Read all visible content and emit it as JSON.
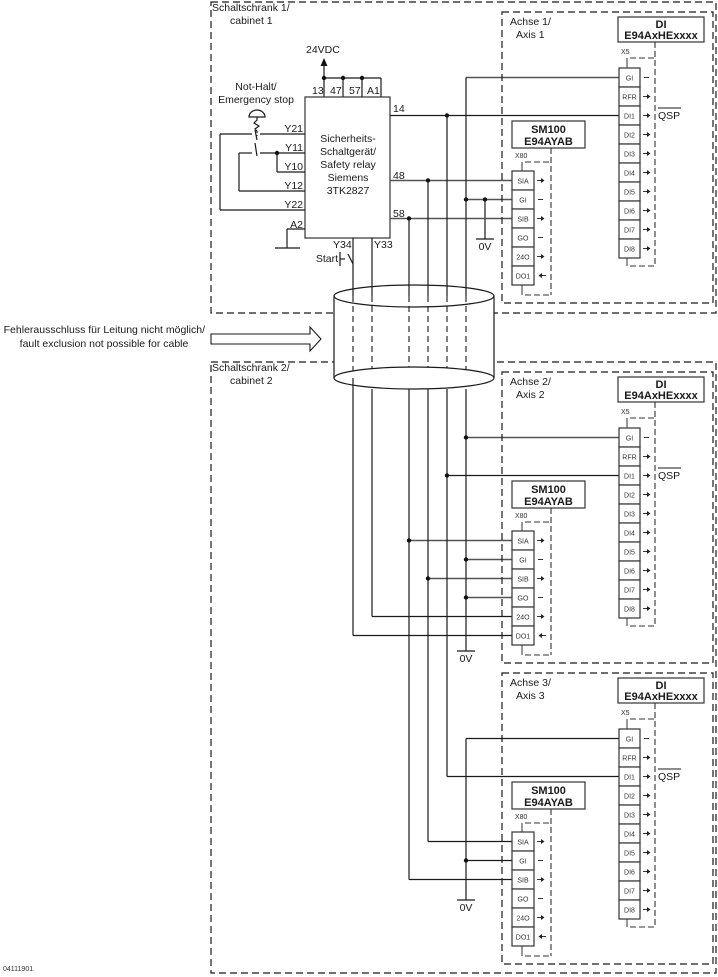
{
  "figure_id": "04111901",
  "cabinets": [
    {
      "line1": "Schaltschrank 1/",
      "line2": "cabinet 1"
    },
    {
      "line1": "Schaltschrank 2/",
      "line2": "cabinet 2"
    }
  ],
  "cable_note": {
    "line1": "Fehlerausschluss für Leitung nicht möglich/",
    "line2": "fault exclusion not possible for cable"
  },
  "supply_label": "24VDC",
  "ground_label": "0V",
  "emergency_stop": {
    "line1": "Not-Halt/",
    "line2": "Emergency stop"
  },
  "start_label": "Start",
  "relay": {
    "lines": [
      "Sicherheits-",
      "Schaltgerät/",
      "Safety relay",
      "Siemens",
      "3TK2827"
    ],
    "top_terminals": [
      "13",
      "47",
      "57",
      "A1"
    ],
    "left_terminals": [
      "Y21",
      "Y11",
      "Y10",
      "Y12",
      "Y22",
      "A2"
    ],
    "right_terminals": [
      "14",
      "48",
      "58"
    ],
    "bottom_terminals": [
      "Y34",
      "Y33"
    ]
  },
  "axes": [
    {
      "line1": "Achse 1/",
      "line2": "Axis 1"
    },
    {
      "line1": "Achse 2/",
      "line2": "Axis 2"
    },
    {
      "line1": "Achse 3/",
      "line2": "Axis 3"
    }
  ],
  "di_module": {
    "title": "DI",
    "model": "E94AxHExxxx",
    "connector": "X5",
    "terminals": [
      "GI",
      "RFR",
      "DI1",
      "DI2",
      "DI3",
      "DI4",
      "DI5",
      "DI6",
      "DI7",
      "DI8"
    ],
    "terminal_types": [
      "ref",
      "in",
      "in",
      "in",
      "in",
      "in",
      "in",
      "in",
      "in",
      "in"
    ],
    "signal": "QSP"
  },
  "sm_module": {
    "title": "SM100",
    "model": "E94AYAB",
    "connector": "X80",
    "terminals": [
      "SIA",
      "GI",
      "SIB",
      "GO",
      "24O",
      "DO1"
    ],
    "terminal_types": [
      "in",
      "ref",
      "in",
      "ref",
      "in",
      "out"
    ]
  }
}
